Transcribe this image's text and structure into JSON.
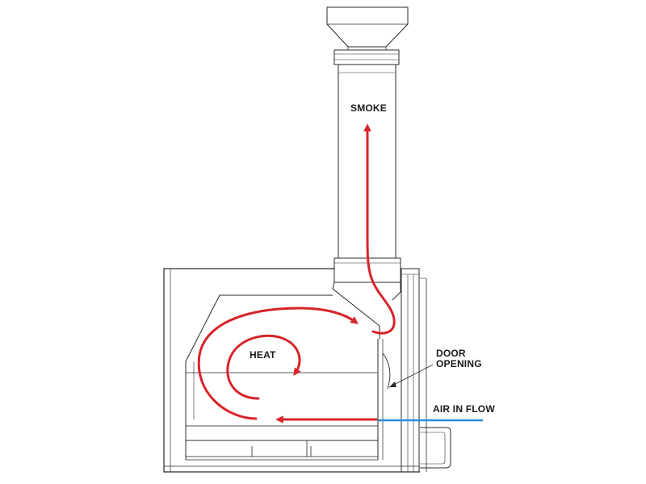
{
  "labels": {
    "smoke": "SMOKE",
    "heat": "HEAT",
    "door_line1": "DOOR",
    "door_line2": "OPENING",
    "air_in_flow": "AIR IN FLOW"
  },
  "colors": {
    "flow_arrow": "#d8232a",
    "air_line": "#2a8fd6",
    "outline": "#2a2a2a"
  }
}
